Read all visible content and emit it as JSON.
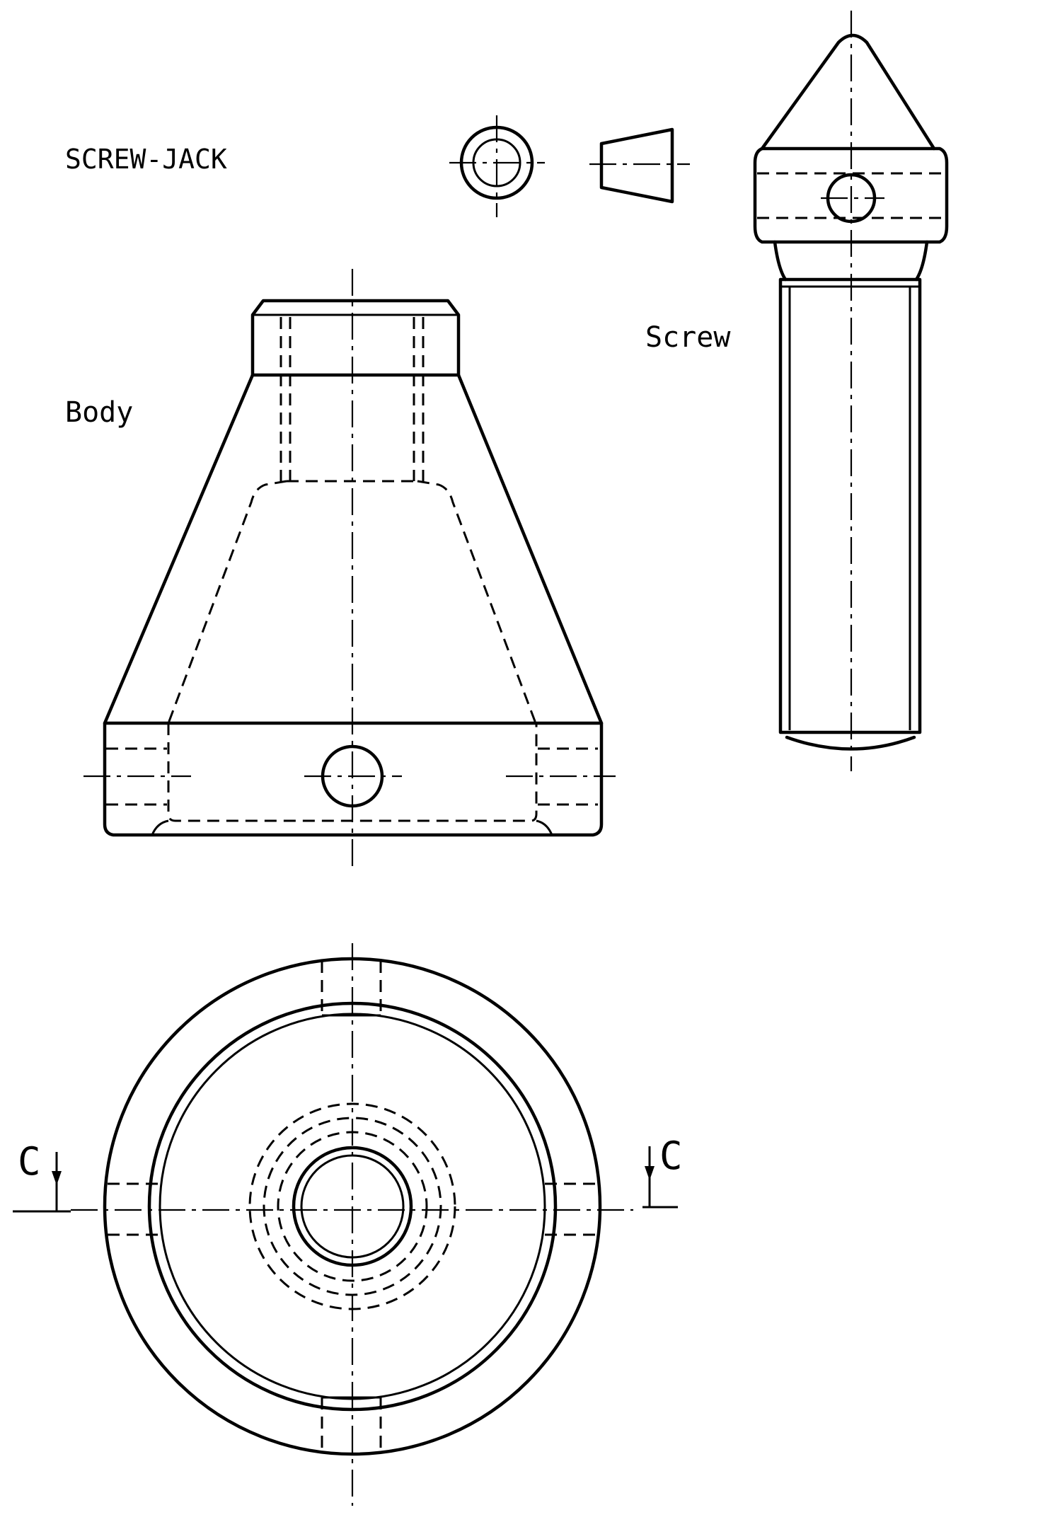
{
  "title": "SCREW-JACK",
  "parts": {
    "body": "Body",
    "screw": "Screw"
  },
  "section_marks": {
    "left": "C",
    "right": "C"
  }
}
